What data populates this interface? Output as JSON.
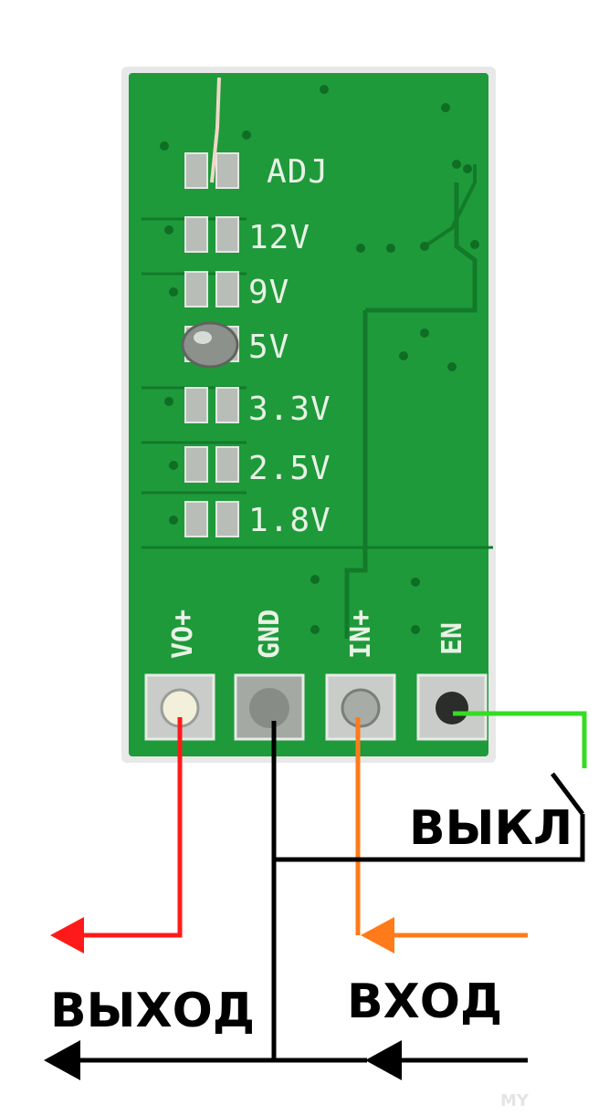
{
  "board": {
    "colors": {
      "pcb": "#1e9a3a",
      "pcb_edge": "#e8e8e8",
      "trace": "#1a8a32",
      "silk": "#e9f2e6",
      "pad": "#b9bdb8"
    },
    "voltage_labels": [
      "ADJ",
      "12V",
      "9V",
      "5V",
      "3.3V",
      "2.5V",
      "1.8V"
    ],
    "selected_voltage": "5V",
    "pin_labels": [
      "VO+",
      "GND",
      "IN+",
      "EN"
    ]
  },
  "wiring": {
    "colors": {
      "output": "#ff1a1a",
      "ground": "#000000",
      "input": "#ff7a1a",
      "enable": "#33dd22"
    },
    "switch_label": "ВЫКЛ",
    "output_label": "ВЫХОД",
    "input_label": "ВХОД"
  },
  "watermark": "MY"
}
